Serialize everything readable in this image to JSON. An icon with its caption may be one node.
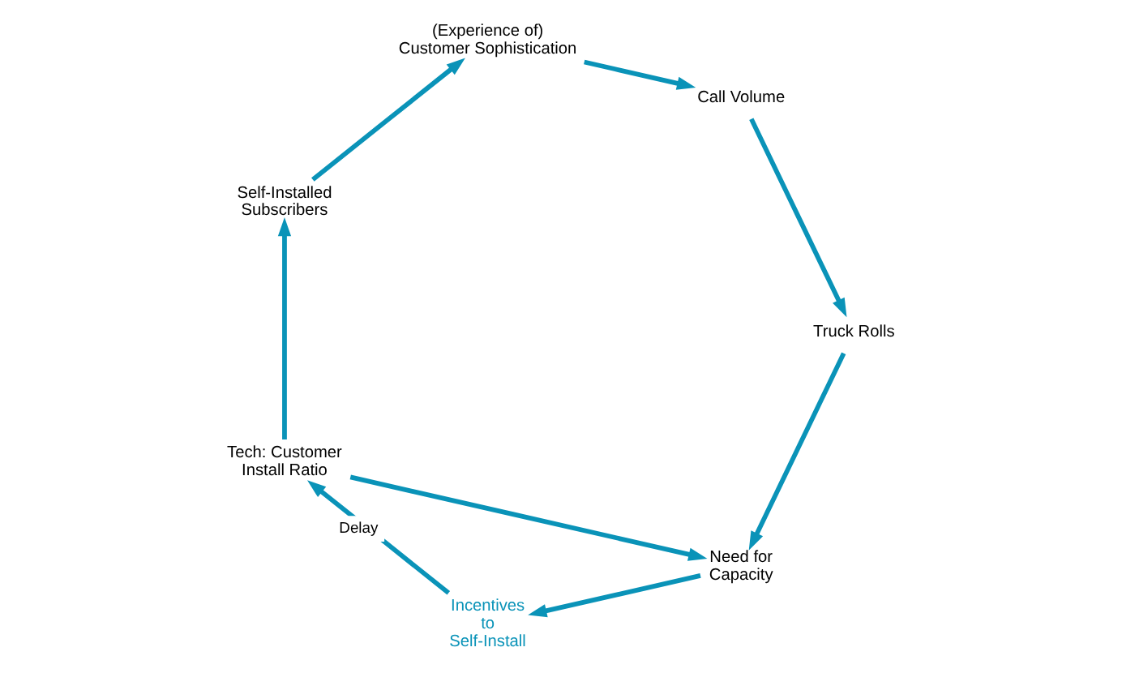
{
  "diagram": {
    "nodes": [
      {
        "text": [
          "Need for Capacity"
        ]
      },
      {
        "text": [
          "Incentives to Self-Install"
        ]
      },
      {
        "text": [
          "Tech: Customer Install Ratio"
        ]
      },
      {
        "text": [
          "Self-Installed Subscribers"
        ]
      },
      {
        "text": [
          "(Experience of) Customer Sophistication"
        ]
      },
      {
        "text": [
          "Call Volume"
        ]
      },
      {
        "text": [
          "Truck Rolls"
        ]
      }
    ],
    "edges": [
      {
        "from": 0,
        "to": 1,
        "arrow": "to"
      },
      {
        "from": 1,
        "to": 2,
        "arrow": "to",
        "label": "Delay"
      },
      {
        "from": 2,
        "to": 3,
        "arrow": "to"
      },
      {
        "from": 3,
        "to": 4,
        "arrow": "to"
      },
      {
        "from": 4,
        "to": 5,
        "arrow": "to"
      },
      {
        "from": 5,
        "to": 6,
        "arrow": "to"
      },
      {
        "from": 6,
        "to": 0,
        "arrow": "to"
      },
      {
        "from": 2,
        "to": 0,
        "arrow": "to"
      }
    ]
  }
}
